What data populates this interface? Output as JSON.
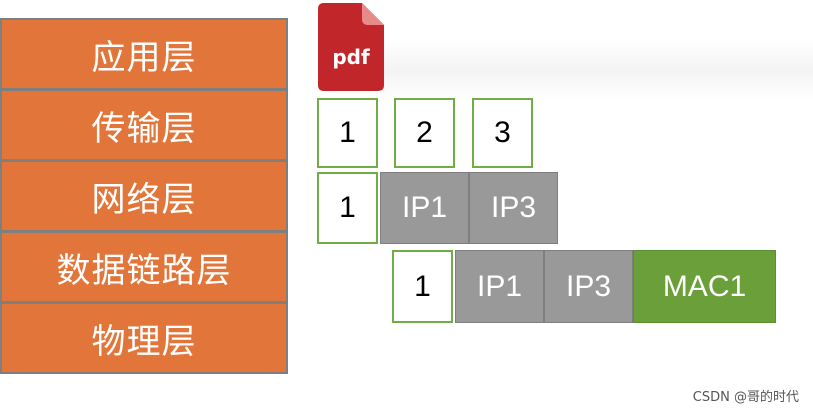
{
  "layers": [
    "应用层",
    "传输层",
    "网络层",
    "数据链路层",
    "物理层"
  ],
  "pdf_icon_label": "pdf",
  "transport_segments": [
    "1",
    "2",
    "3"
  ],
  "network_packet": {
    "segment": "1",
    "header_a": "IP1",
    "header_b": "IP3"
  },
  "datalink_frame": {
    "segment": "1",
    "header_a": "IP1",
    "header_b": "IP3",
    "mac": "MAC1"
  },
  "watermark": "CSDN @哥的时代",
  "colors": {
    "layer_fill": "#e2763a",
    "layer_border": "#7f7f7f",
    "pdf_red": "#c0262a",
    "ip_gray": "#999999",
    "mac_green": "#6a9f3a",
    "segment_border": "#70ad47"
  }
}
